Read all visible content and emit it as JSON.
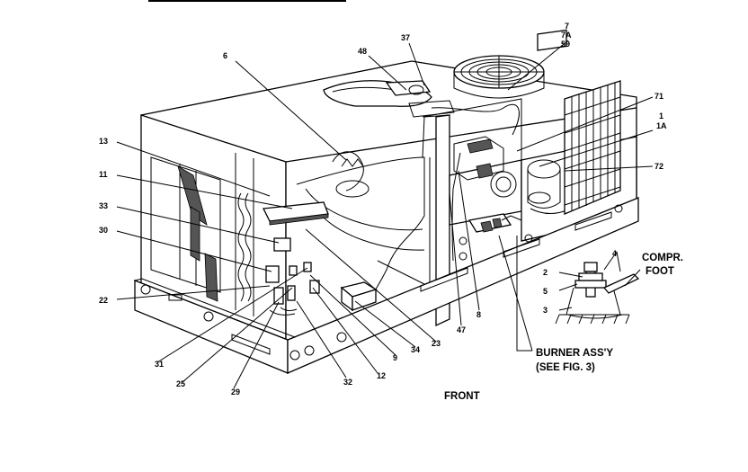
{
  "diagram": {
    "header_text": "",
    "front_label": "FRONT",
    "burner": {
      "line1": "BURNER ASS'Y",
      "line2": "(SEE FIG. 3)"
    },
    "compressor": {
      "line1": "COMPR.",
      "line2": "FOOT"
    },
    "part_labels": {
      "p7": "7",
      "p7a": "7A",
      "p59": "59",
      "p37": "37",
      "p48": "48",
      "p6": "6",
      "p71": "71",
      "p1": "1",
      "p1a": "1A",
      "p72": "72",
      "p13": "13",
      "p11": "11",
      "p33": "33",
      "p30": "30",
      "p22": "22",
      "p31": "31",
      "p25": "25",
      "p29": "29",
      "p32": "32",
      "p12": "12",
      "p9": "9",
      "p34": "34",
      "p23": "23",
      "p47": "47",
      "p8": "8",
      "p4": "4",
      "p2": "2",
      "p5": "5",
      "p3": "3"
    }
  }
}
